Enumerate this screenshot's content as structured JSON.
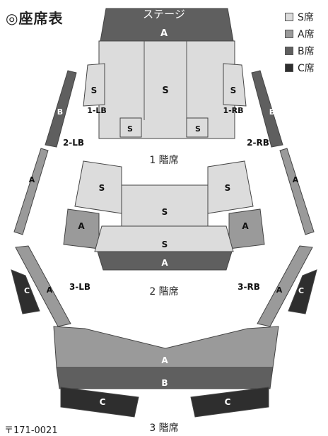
{
  "header": {
    "title": "◎座席表"
  },
  "legend": [
    {
      "label": "S席",
      "color": "#dcdcdc"
    },
    {
      "label": "A席",
      "color": "#9a9a9a"
    },
    {
      "label": "B席",
      "color": "#5f5f5f"
    },
    {
      "label": "C席",
      "color": "#2e2e2e"
    }
  ],
  "stage": {
    "label": "ステージ"
  },
  "floors": {
    "floor1": "1 階席",
    "floor2": "2 階席",
    "floor3": "3 階席"
  },
  "blocks": {
    "lb1": "1-LB",
    "rb1": "1-RB",
    "lb2": "2-LB",
    "rb2": "2-RB",
    "lb3": "3-LB",
    "rb3": "3-RB"
  },
  "seat_classes": {
    "s": "S",
    "a": "A",
    "b": "B",
    "c": "C"
  },
  "footer": {
    "postal": "〒171-0021"
  }
}
